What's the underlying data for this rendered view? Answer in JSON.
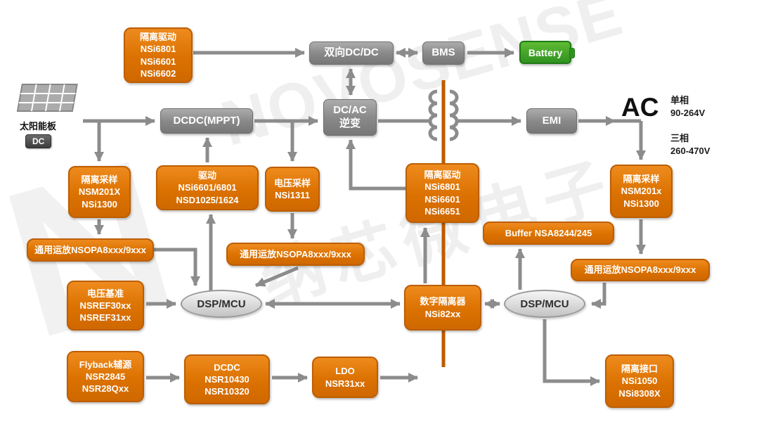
{
  "watermark": {
    "letter": "N",
    "brand": "NOVOSENSE",
    "brand_cn": "纳芯微电子"
  },
  "colors": {
    "chip_orange": "#DB7100",
    "block_gray": "#8A8A8A",
    "arrow_gray": "#8C8C8C",
    "isolation_barrier_orange": "#BF5B00",
    "battery_green": "#3A9E27"
  },
  "source": {
    "label": "太阳能板",
    "badge": "DC"
  },
  "power_blocks": {
    "bidir_dcdc": "双向DC/DC",
    "bms": "BMS",
    "battery": "Battery",
    "dcdc_mppt": "DCDC(MPPT)",
    "dcac": {
      "line1": "DC/AC",
      "line2": "逆变"
    },
    "emi": "EMI",
    "dsp_left": "DSP/MCU",
    "dsp_right": "DSP/MCU"
  },
  "ac_output": {
    "label": "AC",
    "single_phase_label": "单相",
    "single_phase_range": "90-264V",
    "three_phase_label": "三相",
    "three_phase_range": "260-470V"
  },
  "chips": {
    "iso_drive_top": {
      "lines": [
        "隔离驱动",
        "NSi6801",
        "NSi6601",
        "NSi6602"
      ]
    },
    "iso_sample_left": {
      "lines": [
        "隔离采样",
        "NSM201X",
        "NSi1300"
      ]
    },
    "gate_drive": {
      "lines": [
        "驱动",
        "NSi6601/6801",
        "NSD1025/1624"
      ]
    },
    "volt_sample": {
      "lines": [
        "电压采样",
        "NSi1311"
      ]
    },
    "iso_drive_mid": {
      "lines": [
        "隔离驱动",
        "NSi6801",
        "NSi6601",
        "NSi6651"
      ]
    },
    "iso_sample_right": {
      "lines": [
        "隔离采样",
        "NSM201x",
        "NSi1300"
      ]
    },
    "opamp_left": {
      "lines": [
        "通用运放NSOPA8xxx/9xxx"
      ]
    },
    "opamp_mid": {
      "lines": [
        "通用运放NSOPA8xxx/9xxx"
      ]
    },
    "buffer": {
      "lines": [
        "Buffer NSA8244/245"
      ]
    },
    "opamp_right": {
      "lines": [
        "通用运放NSOPA8xxx/9xxx"
      ]
    },
    "vref": {
      "lines": [
        "电压基准",
        "NSREF30xx",
        "NSREF31xx"
      ]
    },
    "digital_isolator": {
      "lines": [
        "数字隔离器",
        "NSi82xx"
      ]
    },
    "flyback": {
      "lines": [
        "Flyback辅源",
        "NSR2845",
        "NSR28Qxx"
      ]
    },
    "dcdc_aux": {
      "lines": [
        "DCDC",
        "NSR10430",
        "NSR10320"
      ]
    },
    "ldo": {
      "lines": [
        "LDO",
        "NSR31xx"
      ]
    },
    "iso_interface": {
      "lines": [
        "隔离接口",
        "NSi1050",
        "NSi8308X"
      ]
    }
  }
}
